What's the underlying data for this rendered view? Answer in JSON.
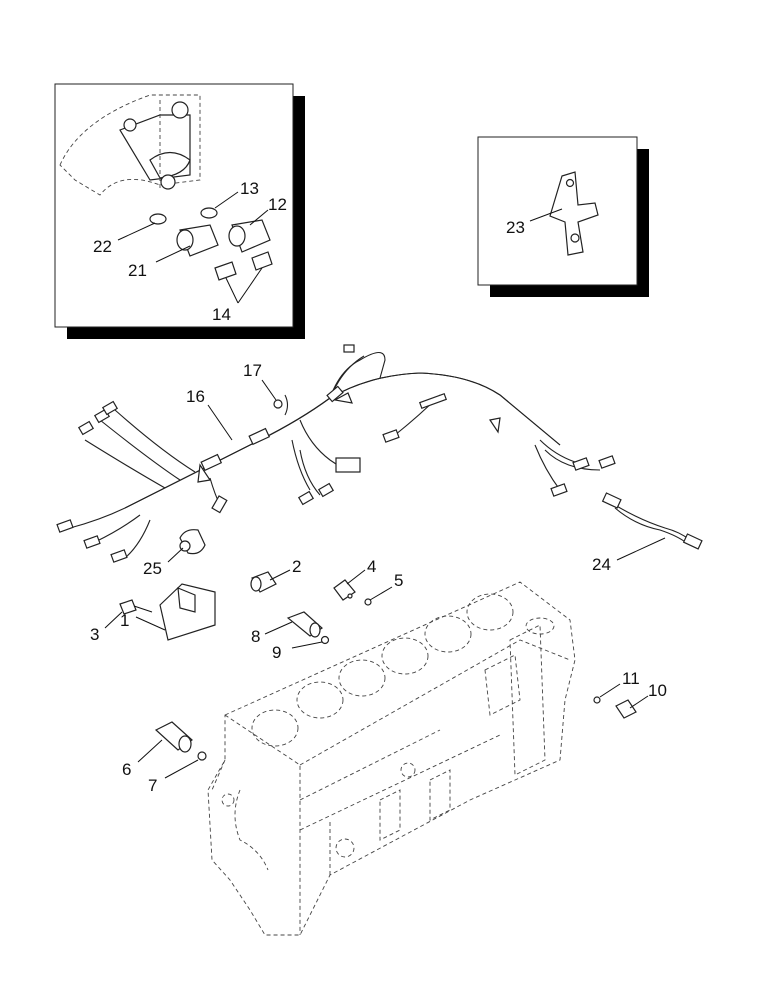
{
  "callouts": {
    "c1": "1",
    "c2": "2",
    "c3": "3",
    "c4": "4",
    "c5": "5",
    "c6": "6",
    "c7": "7",
    "c8": "8",
    "c9": "9",
    "c10": "10",
    "c11": "11",
    "c12": "12",
    "c13": "13",
    "c14": "14",
    "c16": "16",
    "c17": "17",
    "c21": "21",
    "c22": "22",
    "c23": "23",
    "c24": "24",
    "c25": "25"
  },
  "colors": {
    "line": "#111111",
    "shadow": "#000000",
    "paper": "#ffffff"
  }
}
